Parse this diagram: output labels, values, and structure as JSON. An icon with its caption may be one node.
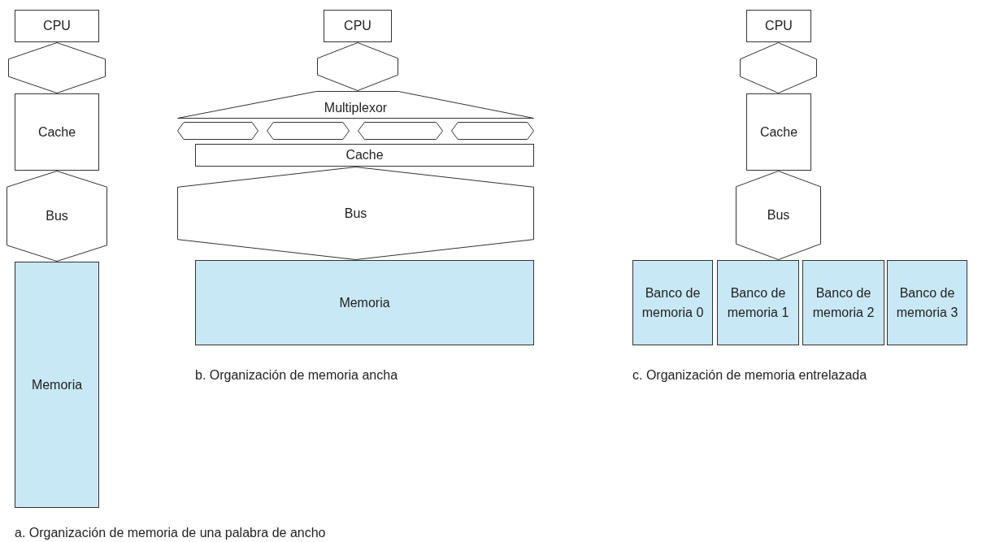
{
  "diagram": {
    "nodes": [
      {
        "text": [
          "CPU"
        ]
      },
      {
        "text": [],
        "shape": "hexagon"
      },
      {
        "text": [
          "Cache"
        ]
      },
      {
        "text": [
          "Bus"
        ]
      },
      {
        "text": [
          "Memoria"
        ]
      },
      {
        "text": [
          "CPU"
        ]
      },
      {
        "text": [],
        "shape": "hexagon"
      },
      {
        "text": [
          "Multiplexor"
        ]
      },
      {
        "text": [],
        "shape": "hexagon"
      },
      {
        "text": [],
        "shape": "hexagon"
      },
      {
        "text": [],
        "shape": "hexagon"
      },
      {
        "text": [],
        "shape": "hexagon"
      },
      {
        "text": [
          "Cache"
        ]
      },
      {
        "text": [
          "Bus"
        ]
      },
      {
        "text": [
          "Memoria"
        ]
      },
      {
        "text": [
          "CPU"
        ]
      },
      {
        "text": [],
        "shape": "hexagon"
      },
      {
        "text": [
          "Cache"
        ]
      },
      {
        "text": [
          "Bus"
        ]
      },
      {
        "text": [
          "Banco de memoria 0"
        ]
      },
      {
        "text": [
          "Banco de memoria 1"
        ]
      },
      {
        "text": [
          "Banco de memoria 2"
        ]
      },
      {
        "text": [
          "Banco de memoria 3"
        ]
      }
    ],
    "labels": [
      "b. Organización de memoria ancha",
      "c. Organización de memoria entrelazada",
      "a. Organización de memoria de una palabra de ancho"
    ]
  }
}
